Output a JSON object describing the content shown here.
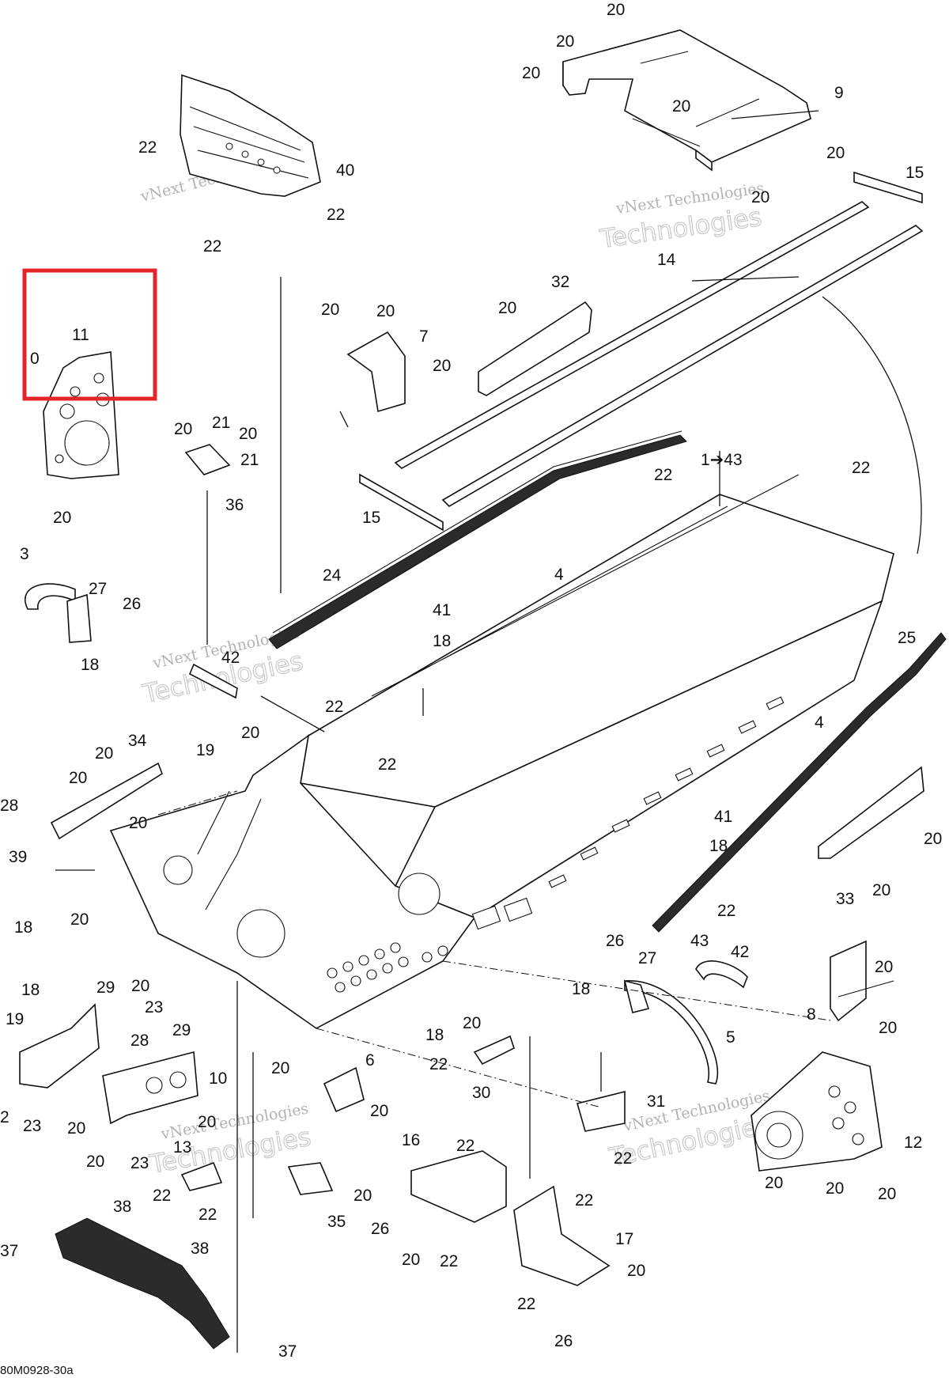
{
  "diagram_ref": "80M0928-30a",
  "watermark": {
    "line1": "vNext Technologies",
    "line2": "Technologies",
    "small": "vNext"
  },
  "callouts": {
    "c1_43": "1➔43",
    "c2": "2",
    "c3": "3",
    "c4": "4",
    "c5": "5",
    "c6": "6",
    "c7": "7",
    "c8": "8",
    "c9": "9",
    "c10": "10",
    "c11": "11",
    "c12": "12",
    "c13": "13",
    "c14": "14",
    "c15": "15",
    "c16": "16",
    "c17": "17",
    "c18": "18",
    "c19": "19",
    "c20": "20",
    "c21": "21",
    "c22": "22",
    "c23": "23",
    "c24": "24",
    "c25": "25",
    "c26": "26",
    "c27": "27",
    "c28": "28",
    "c29": "29",
    "c30": "30",
    "c31": "31",
    "c32": "32",
    "c33": "33",
    "c34": "34",
    "c35": "35",
    "c36": "36",
    "c37": "37",
    "c38": "38",
    "c39": "39",
    "c40": "40",
    "c41": "41",
    "c42": "42",
    "c43": "43",
    "c0": "0"
  },
  "highlight": {
    "color": "#e3242b",
    "label": "11"
  }
}
